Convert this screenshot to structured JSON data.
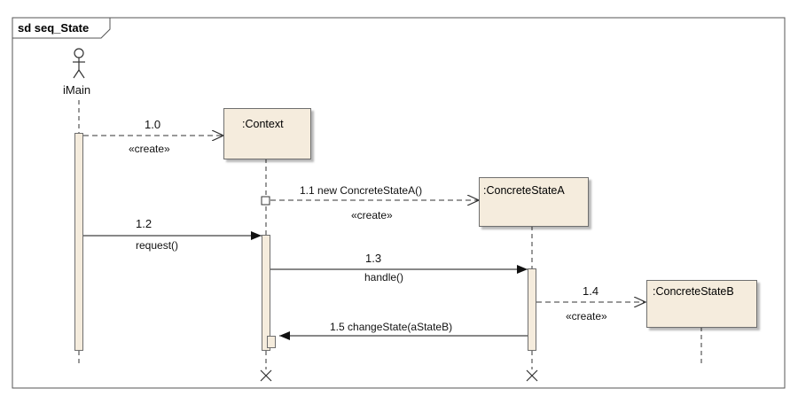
{
  "frame": {
    "title": "sd seq_State"
  },
  "actor": {
    "name": "iMain",
    "icon": "stick-figure-icon"
  },
  "lifelines": {
    "context": ":Context",
    "concrete_a": ":ConcreteStateA",
    "concrete_b": ":ConcreteStateB"
  },
  "messages": {
    "m1_0": {
      "number": "1.0",
      "stereotype": "«create»"
    },
    "m1_1": {
      "text": "1.1 new ConcreteStateA()",
      "stereotype": "«create»"
    },
    "m1_2": {
      "number": "1.2",
      "text": "request()"
    },
    "m1_3": {
      "number": "1.3",
      "text": "handle()"
    },
    "m1_4": {
      "number": "1.4",
      "stereotype": "«create»"
    },
    "m1_5": {
      "text": "1.5 changeState(aStateB)"
    }
  },
  "colors": {
    "box_fill": "#f5ecdd",
    "line": "#333333",
    "border": "#6f6f6f"
  }
}
